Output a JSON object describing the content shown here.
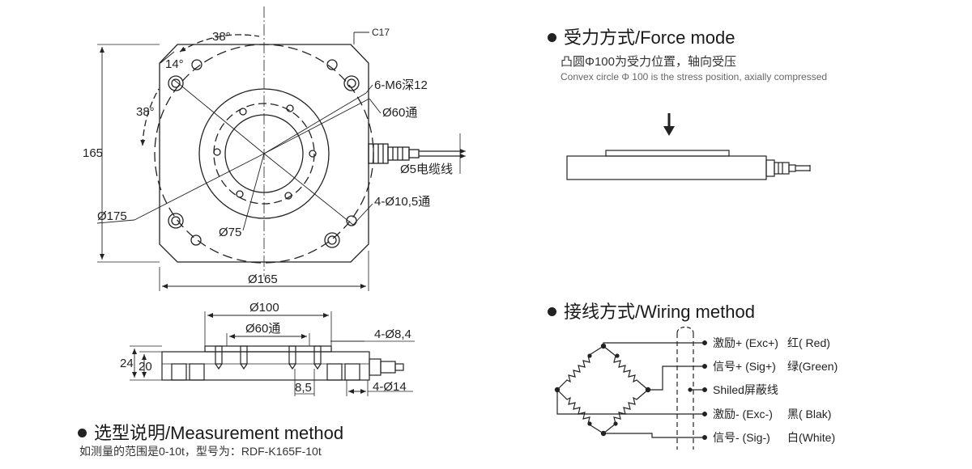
{
  "sections": {
    "force": {
      "title": "受力方式/Force mode",
      "desc_zh": "凸圆Φ100为受力位置，轴向受压",
      "desc_en": "Convex circle Φ 100 is the stress position, axially compressed"
    },
    "wiring": {
      "title": "接线方式/Wiring method"
    },
    "measurement": {
      "title": "选型说明/Measurement method",
      "desc": "如测量的范围是0-10t，型号为：RDF-K165F-10t"
    }
  },
  "top_view": {
    "chamfer": "C17",
    "angle_top": "38°",
    "angle_left": "38°",
    "angle_small": "14°",
    "height": "165",
    "holes_m6": "6-M6深12",
    "bore": "Ø60通",
    "cable": "Ø5电缆线",
    "mount_holes": "4-Ø10,5通",
    "pcd_outer": "Ø175",
    "pcd_inner": "Ø75",
    "width": "Ø165"
  },
  "side_view": {
    "boss": "Ø100",
    "bore": "Ø60通",
    "cbore_small": "4-Ø8,4",
    "cbore_large": "4-Ø14",
    "height_total": "24",
    "height_body": "20",
    "depth": "8,5"
  },
  "wiring": {
    "wires": [
      {
        "label": "激励+ (Exc+)",
        "color_name": "红( Red)"
      },
      {
        "label": "信号+ (Sig+)",
        "color_name": "绿(Green)"
      },
      {
        "label": "Shiled屏蔽线",
        "color_name": ""
      },
      {
        "label": "激励- (Exc-)",
        "color_name": "黑( Blak)"
      },
      {
        "label": "信号- (Sig-)",
        "color_name": "白(White)"
      }
    ]
  }
}
